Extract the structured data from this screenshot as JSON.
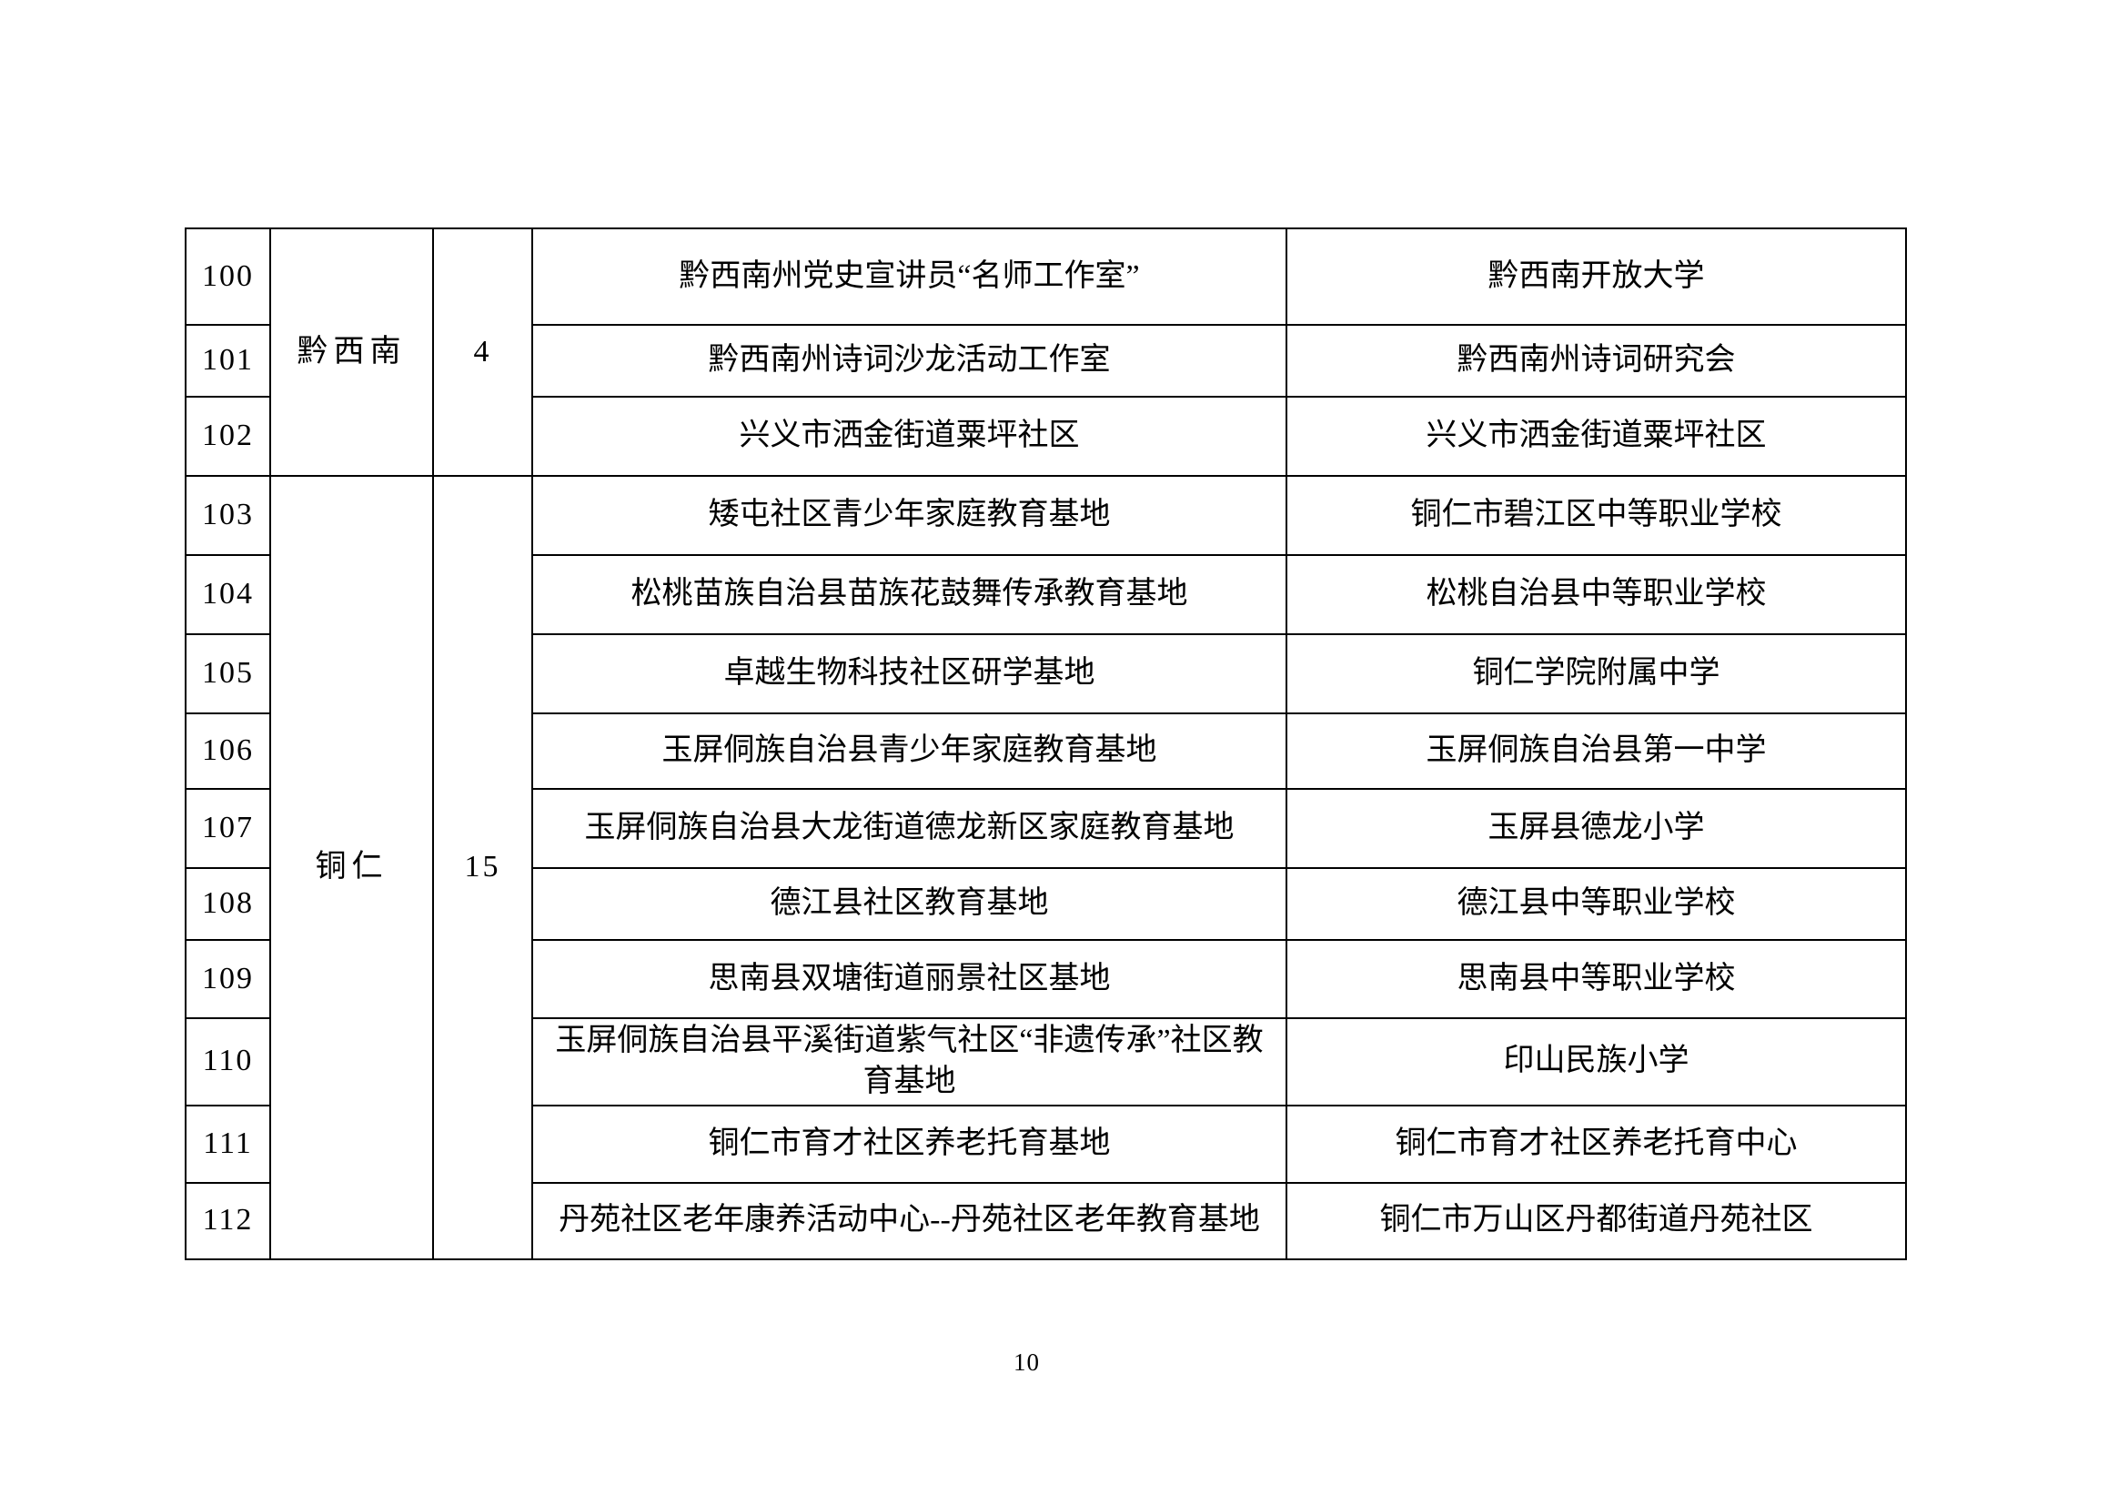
{
  "page": {
    "number": "10"
  },
  "table": {
    "sections": [
      {
        "region": "黔西南",
        "count": "4",
        "rows": [
          {
            "no": "100",
            "name": "黔西南州党史宣讲员“名师工作室”",
            "org": "黔西南开放大学"
          },
          {
            "no": "101",
            "name": "黔西南州诗词沙龙活动工作室",
            "org": "黔西南州诗词研究会"
          },
          {
            "no": "102",
            "name": "兴义市洒金街道粟坪社区",
            "org": "兴义市洒金街道粟坪社区"
          }
        ]
      },
      {
        "region": "铜仁",
        "count": "15",
        "rows": [
          {
            "no": "103",
            "name": "矮屯社区青少年家庭教育基地",
            "org": "铜仁市碧江区中等职业学校"
          },
          {
            "no": "104",
            "name": "松桃苗族自治县苗族花鼓舞传承教育基地",
            "org": "松桃自治县中等职业学校"
          },
          {
            "no": "105",
            "name": "卓越生物科技社区研学基地",
            "org": "铜仁学院附属中学"
          },
          {
            "no": "106",
            "name": "玉屏侗族自治县青少年家庭教育基地",
            "org": "玉屏侗族自治县第一中学"
          },
          {
            "no": "107",
            "name": "玉屏侗族自治县大龙街道德龙新区家庭教育基地",
            "org": "玉屏县德龙小学"
          },
          {
            "no": "108",
            "name": "德江县社区教育基地",
            "org": "德江县中等职业学校"
          },
          {
            "no": "109",
            "name": "思南县双塘街道丽景社区基地",
            "org": "思南县中等职业学校"
          },
          {
            "no": "110",
            "name": "玉屏侗族自治县平溪街道紫气社区“非遗传承”社区教育基地",
            "org": "印山民族小学"
          },
          {
            "no": "111",
            "name": "铜仁市育才社区养老托育基地",
            "org": "铜仁市育才社区养老托育中心"
          },
          {
            "no": "112",
            "name": "丹苑社区老年康养活动中心--丹苑社区老年教育基地",
            "org": "铜仁市万山区丹都街道丹苑社区"
          }
        ]
      }
    ]
  }
}
